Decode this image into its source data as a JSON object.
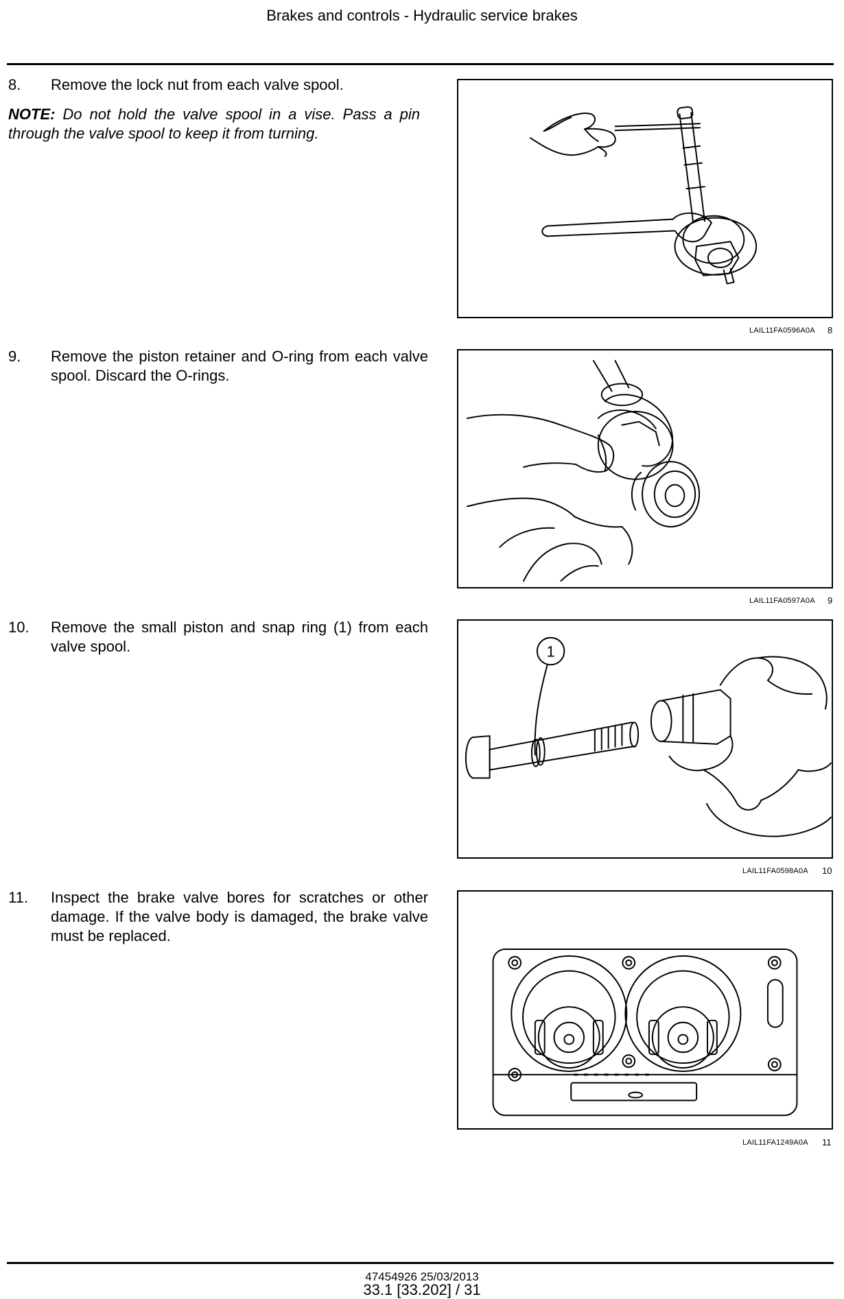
{
  "header": {
    "title": "Brakes and controls - Hydraulic service brakes"
  },
  "steps": [
    {
      "num": "8.",
      "text": "Remove the lock nut from each valve spool."
    },
    {
      "num": "9.",
      "text": "Remove the piston retainer and O-ring from each valve spool. Discard the O-rings."
    },
    {
      "num": "10.",
      "text": "Remove the small piston and snap ring (1) from each valve spool."
    },
    {
      "num": "11.",
      "text": "Inspect the brake valve bores for scratches or other damage. If the valve body is damaged, the brake valve must be replaced."
    }
  ],
  "note": {
    "label": "NOTE:",
    "text": "Do not hold the valve spool in a vise. Pass a pin through the valve spool to keep it from turning."
  },
  "figures": [
    {
      "code": "LAIL11FA0596A0A",
      "number": "8"
    },
    {
      "code": "LAIL11FA0597A0A",
      "number": "9"
    },
    {
      "code": "LAIL11FA0598A0A",
      "number": "10",
      "callout": "1"
    },
    {
      "code": "LAIL11FA1249A0A",
      "number": "11"
    }
  ],
  "footer": {
    "doc_id": "47454926 25/03/2013",
    "page": "33.1 [33.202] / 31"
  }
}
